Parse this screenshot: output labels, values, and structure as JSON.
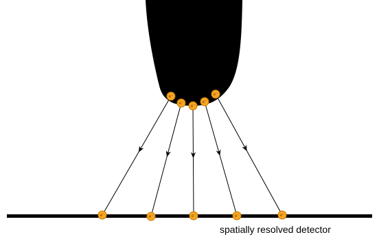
{
  "detector": {
    "label": "spatially resolved detector"
  },
  "particles": {
    "symbol": "e⁻",
    "color": "#f5a623",
    "outline": "#c77800"
  },
  "tip": {
    "color": "#000000"
  },
  "trajectories": 5
}
